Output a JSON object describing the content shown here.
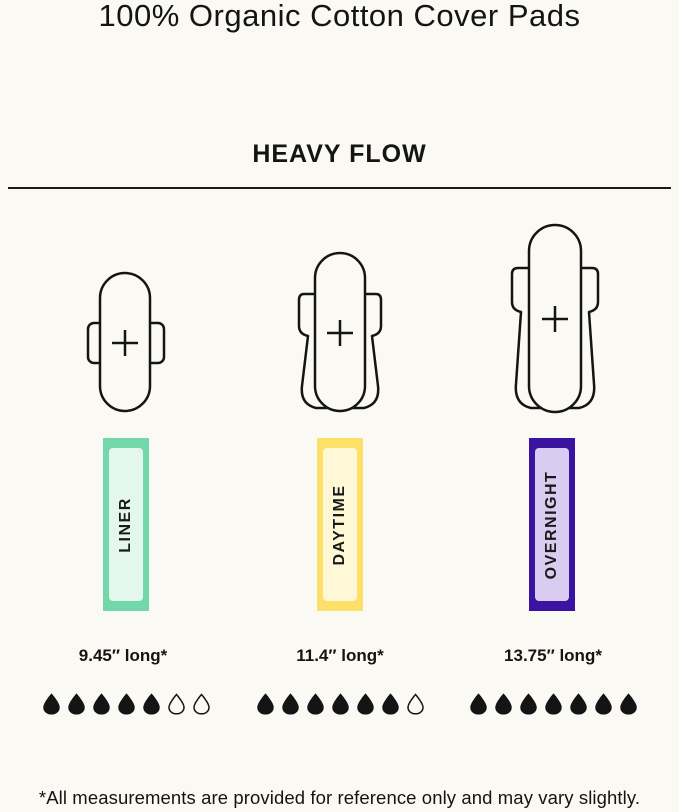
{
  "title": "100% Organic Cotton Cover Pads",
  "subtitle": "HEAVY FLOW",
  "products": [
    {
      "name": "LINER",
      "length": "9.45″ long*",
      "absorbency": 5,
      "absorbency_max": 7,
      "box_color": "#72d8a9",
      "box_inner_color": "#e4f7ec",
      "icon": "liner-pad-icon"
    },
    {
      "name": "DAYTIME",
      "length": "11.4″ long*",
      "absorbency": 6,
      "absorbency_max": 7,
      "box_color": "#fde068",
      "box_inner_color": "#fff8d6",
      "icon": "daytime-pad-icon"
    },
    {
      "name": "OVERNIGHT",
      "length": "13.75″ long*",
      "absorbency": 7,
      "absorbency_max": 7,
      "box_color": "#3a13a0",
      "box_inner_color": "#d9ccf0",
      "icon": "overnight-pad-icon"
    }
  ],
  "footnote": "*All measurements are provided for reference only and may vary slightly."
}
